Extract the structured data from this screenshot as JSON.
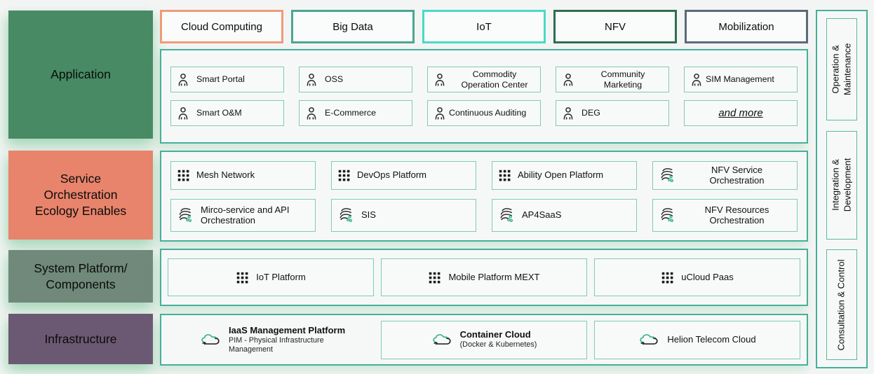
{
  "diagram": {
    "background": "#f3f5f4",
    "panel_border_color": "#45b09a",
    "item_border_color": "#7fcab7"
  },
  "top_categories": [
    {
      "label": "Cloud Computing",
      "border_color": "#f09a78"
    },
    {
      "label": "Big Data",
      "border_color": "#4ba78f"
    },
    {
      "label": "IoT",
      "border_color": "#4cd9c6"
    },
    {
      "label": "NFV",
      "border_color": "#2e6e50"
    },
    {
      "label": "Mobilization",
      "border_color": "#5b6a79"
    }
  ],
  "layers": {
    "application": {
      "label": "Application",
      "color": "#478a64",
      "items": [
        {
          "label": "Smart Portal",
          "icon": "person-icon"
        },
        {
          "label": "OSS",
          "icon": "person-icon"
        },
        {
          "label": "Commodity Operation Center",
          "icon": "person-icon"
        },
        {
          "label": "Community Marketing",
          "icon": "person-icon"
        },
        {
          "label": "SIM Management",
          "icon": "person-icon"
        },
        {
          "label": "Smart O&M",
          "icon": "person-icon"
        },
        {
          "label": "E-Commerce",
          "icon": "person-icon"
        },
        {
          "label": "Continuous Auditing",
          "icon": "person-icon"
        },
        {
          "label": "DEG",
          "icon": "person-icon"
        },
        {
          "label": "and more"
        }
      ]
    },
    "service_orchestration": {
      "label": "Service\nOrchestration\nEcology Enables",
      "color": "#e8846b",
      "items": [
        {
          "label": "Mesh Network",
          "icon": "grid-icon"
        },
        {
          "label": "DevOps Platform",
          "icon": "grid-icon"
        },
        {
          "label": "Ability Open Platform",
          "icon": "grid-icon"
        },
        {
          "label": "NFV Service Orchestration",
          "icon": "swirl-icon"
        },
        {
          "label": "Mirco-service and API Orchestration",
          "icon": "swirl-icon"
        },
        {
          "label": "SIS",
          "icon": "swirl-icon"
        },
        {
          "label": "AP4SaaS",
          "icon": "swirl-icon"
        },
        {
          "label": "NFV Resources Orchestration",
          "icon": "swirl-icon"
        }
      ]
    },
    "system_platform": {
      "label": "System Platform/\nComponents",
      "color": "#70897a",
      "items": [
        {
          "label": "IoT Platform",
          "icon": "grid-icon"
        },
        {
          "label": "Mobile Platform MEXT",
          "icon": "grid-icon"
        },
        {
          "label": "uCloud Paas",
          "icon": "grid-icon"
        }
      ]
    },
    "infrastructure": {
      "label": "Infrastructure",
      "color": "#6b5973",
      "items": [
        {
          "label": "IaaS Management Platform",
          "sublabel": "PIM - Physical Infrastructure Management",
          "icon": "cloud-sync-icon"
        },
        {
          "label": "Container Cloud",
          "sublabel": "(Docker & Kubernetes)",
          "icon": "cloud-sync-icon"
        },
        {
          "label": "Helion Telecom Cloud",
          "icon": "cloud-sync-icon"
        }
      ]
    }
  },
  "right_panel": {
    "items": [
      {
        "label": "Operation &\nMaintenance"
      },
      {
        "label": "Integration &\nDevelopment"
      },
      {
        "label": "Consultation & Control"
      }
    ]
  }
}
